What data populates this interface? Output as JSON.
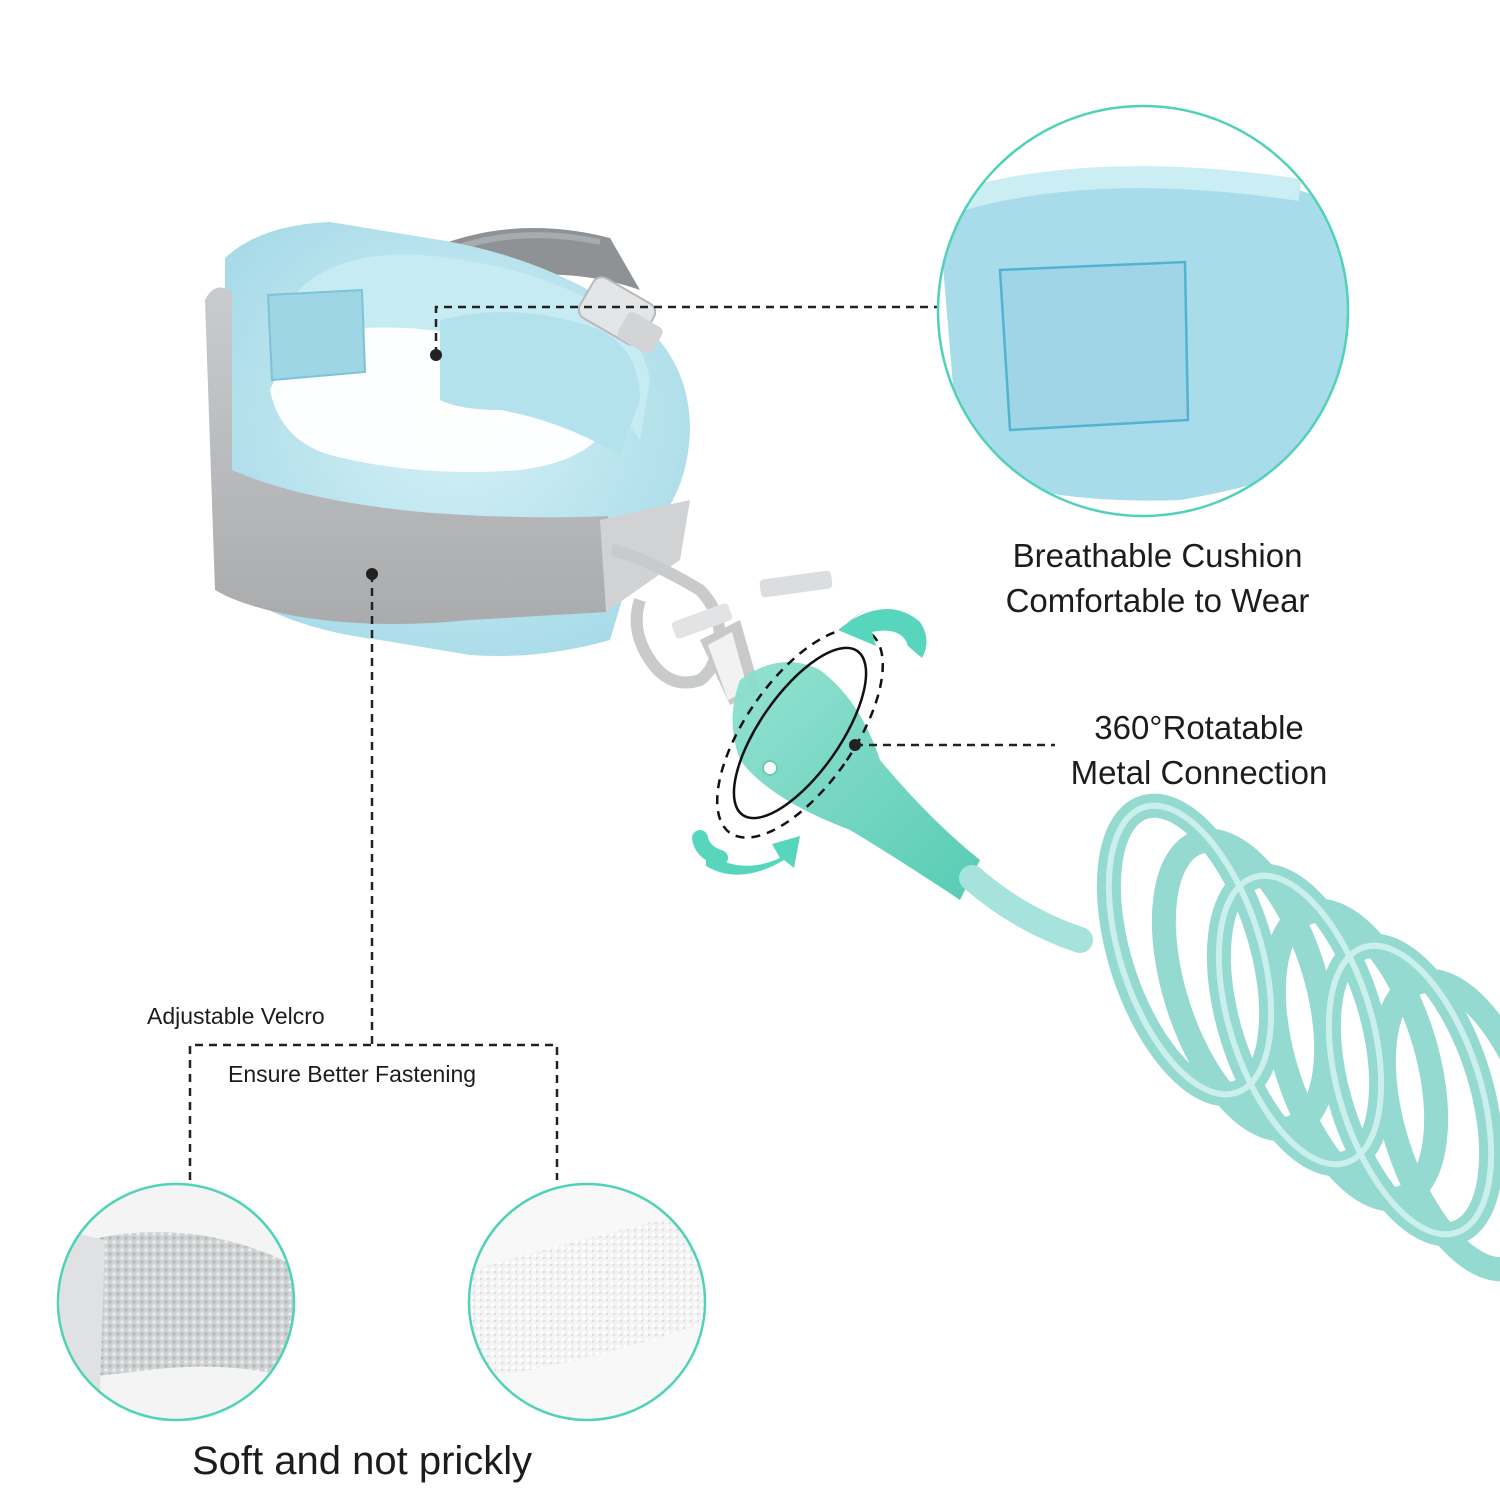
{
  "colors": {
    "accent_teal": "#4fd1b8",
    "cushion_blue": "#bfe7f0",
    "strap_gray": "#b7b9bb",
    "coil_teal": "#9fe3da",
    "leader_line": "#222222"
  },
  "callouts": {
    "cushion": {
      "line1": "Breathable Cushion",
      "line2": "Comfortable to Wear",
      "icon": "magnifier-circle"
    },
    "rotation": {
      "line1": "360°Rotatable",
      "line2": "Metal Connection",
      "icon": "rotate-arrows"
    },
    "velcro": {
      "title": "Adjustable Velcro",
      "subtitle": "Ensure Better Fastening"
    },
    "soft": {
      "caption": "Soft and not prickly"
    }
  }
}
